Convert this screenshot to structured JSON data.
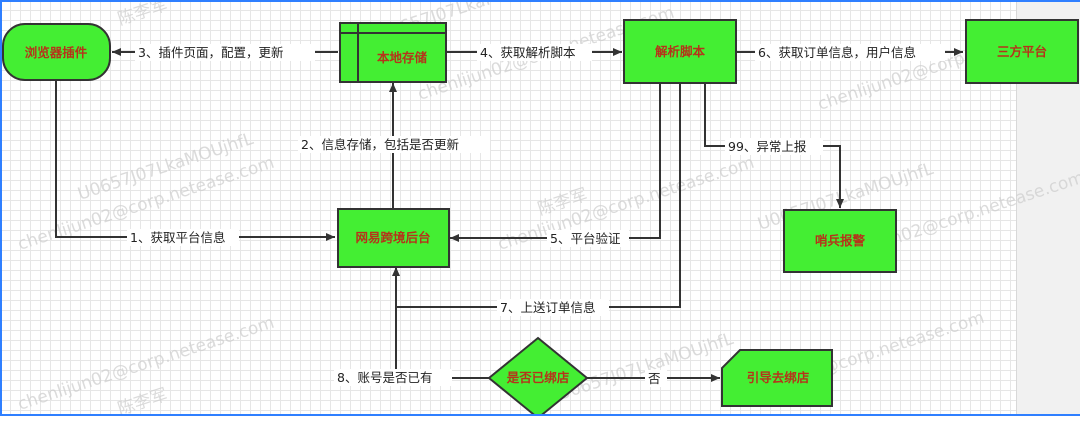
{
  "diagram": {
    "nodes": {
      "browser_plugin": "浏览器插件",
      "local_storage": "本地存储",
      "parse_script": "解析脚本",
      "third_party": "三方平台",
      "backend": "网易跨境后台",
      "sentinel": "哨兵报警",
      "bound_check": "是否已绑店",
      "guide_bind": "引导去绑店"
    },
    "edges": {
      "e1": "1、获取平台信息",
      "e2": "2、信息存储，包括是否更新",
      "e3": "3、插件页面，配置，更新",
      "e4": "4、获取解析脚本",
      "e5": "5、平台验证",
      "e6": "6、获取订单信息，用户信息",
      "e7": "7、上送订单信息",
      "e8": "8、账号是否已有",
      "e99": "99、异常上报",
      "no": "否"
    },
    "colors": {
      "node_fill": "#44ee33",
      "node_text": "#b5341a",
      "stroke": "#333333"
    }
  },
  "watermarks": {
    "email": "chenlijun02@corp.netease.com",
    "name": "陈李军",
    "code": "U0657J07LkaMOUjhfL"
  }
}
